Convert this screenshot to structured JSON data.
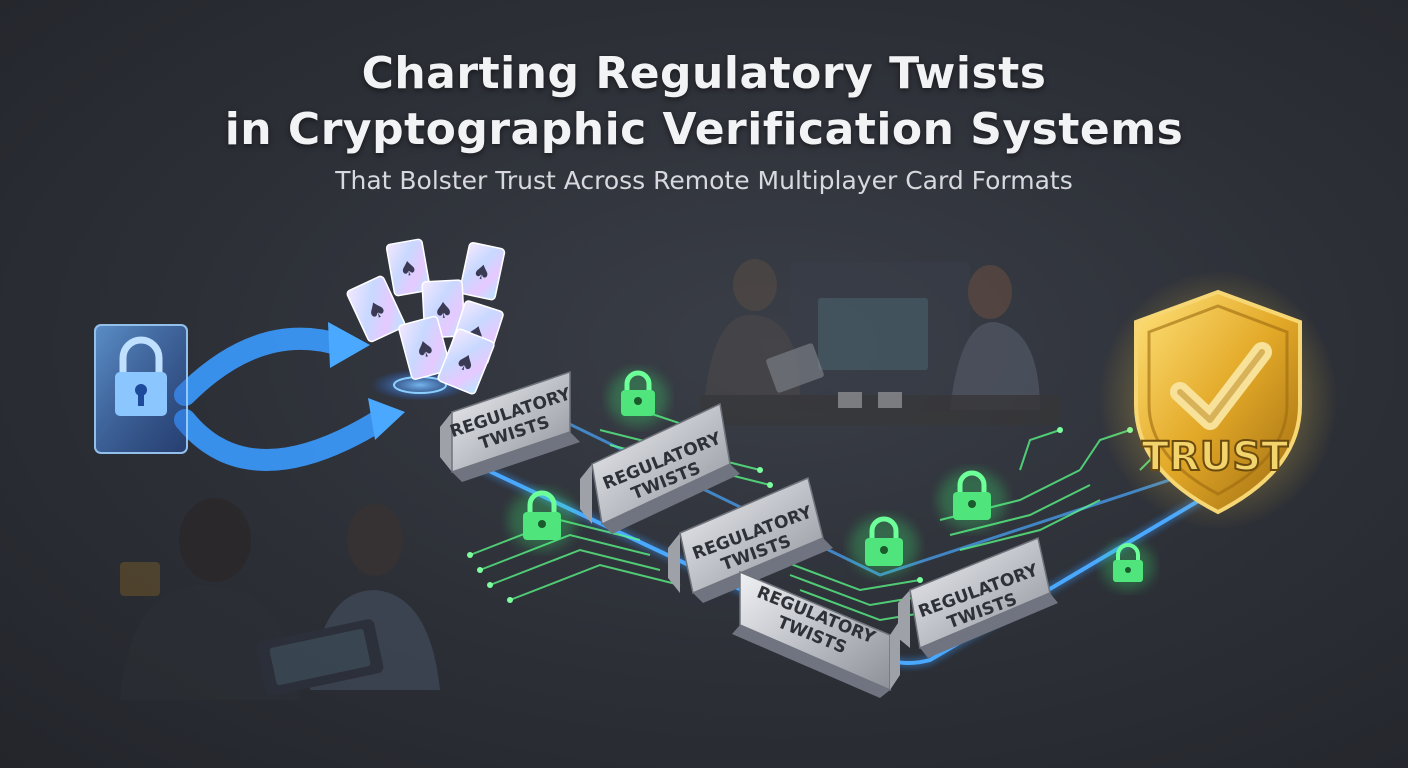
{
  "header": {
    "title_line_1": "Charting Regulatory Twists",
    "title_line_2": "in Cryptographic Verification Systems",
    "subtitle": "That Bolster Trust Across Remote Multiplayer Card Formats"
  },
  "signs": [
    {
      "line1": "REGULATORY",
      "line2": "TWISTS"
    },
    {
      "line1": "REGULATORY",
      "line2": "TWISTS"
    },
    {
      "line1": "REGULATORY",
      "line2": "TWISTS"
    },
    {
      "line1": "REGULATORY",
      "line2": "TWISTS"
    },
    {
      "line1": "REGULATORY",
      "line2": "TWISTS"
    }
  ],
  "shield": {
    "label": "TRUST"
  },
  "colors": {
    "background": "#2b2e35",
    "flow_blue": "#3b9bff",
    "circuit_green": "#5dff8a",
    "shield_gold": "#e8b93a",
    "sign_silver": "#c9ccd2"
  },
  "icons": [
    "lock-icon",
    "playing-card-icon",
    "spade-icon",
    "shield-check-icon"
  ]
}
